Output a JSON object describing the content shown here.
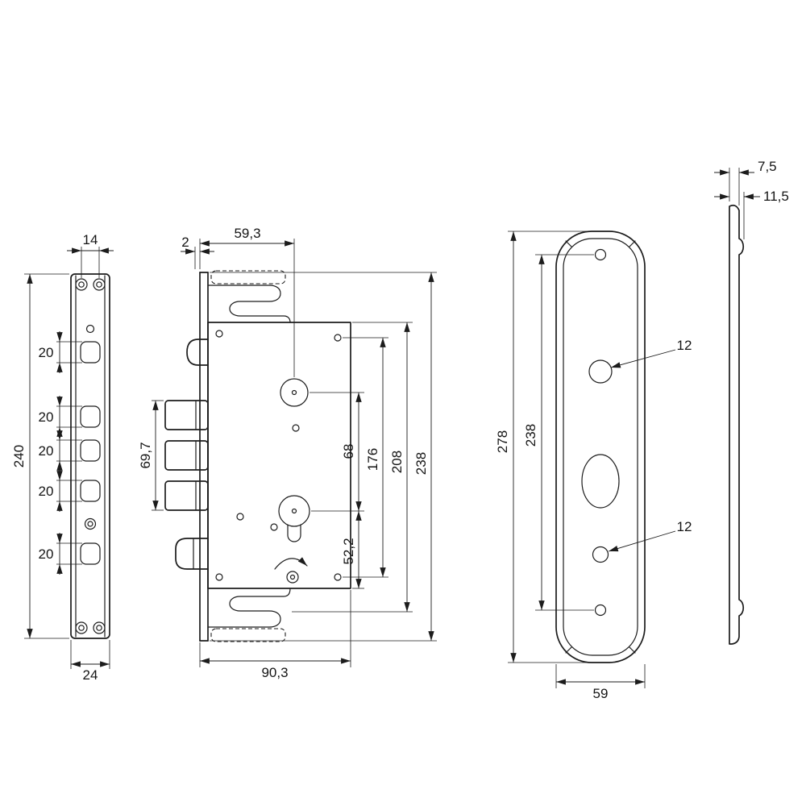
{
  "drawing": {
    "faceplate": {
      "hole_spacing_top": "14",
      "height": "240",
      "width": "24",
      "cutout_heights": [
        "20",
        "20",
        "20",
        "20",
        "20"
      ]
    },
    "lock_body": {
      "backset": "59,3",
      "plate_offset": "2",
      "bolt_span": "69,7",
      "handle_to_cylinder": "68",
      "cylinder_to_bottom": "52,2",
      "height_inner": "176",
      "height_mid": "208",
      "height_total": "238",
      "body_width": "90,3"
    },
    "escutcheon": {
      "height_total": "278",
      "hole_spacing": "238",
      "width": "59",
      "hole_diameter_top": "12",
      "hole_diameter_bottom": "12"
    },
    "profile": {
      "thickness_base": "7,5",
      "thickness_total": "11,5"
    }
  }
}
